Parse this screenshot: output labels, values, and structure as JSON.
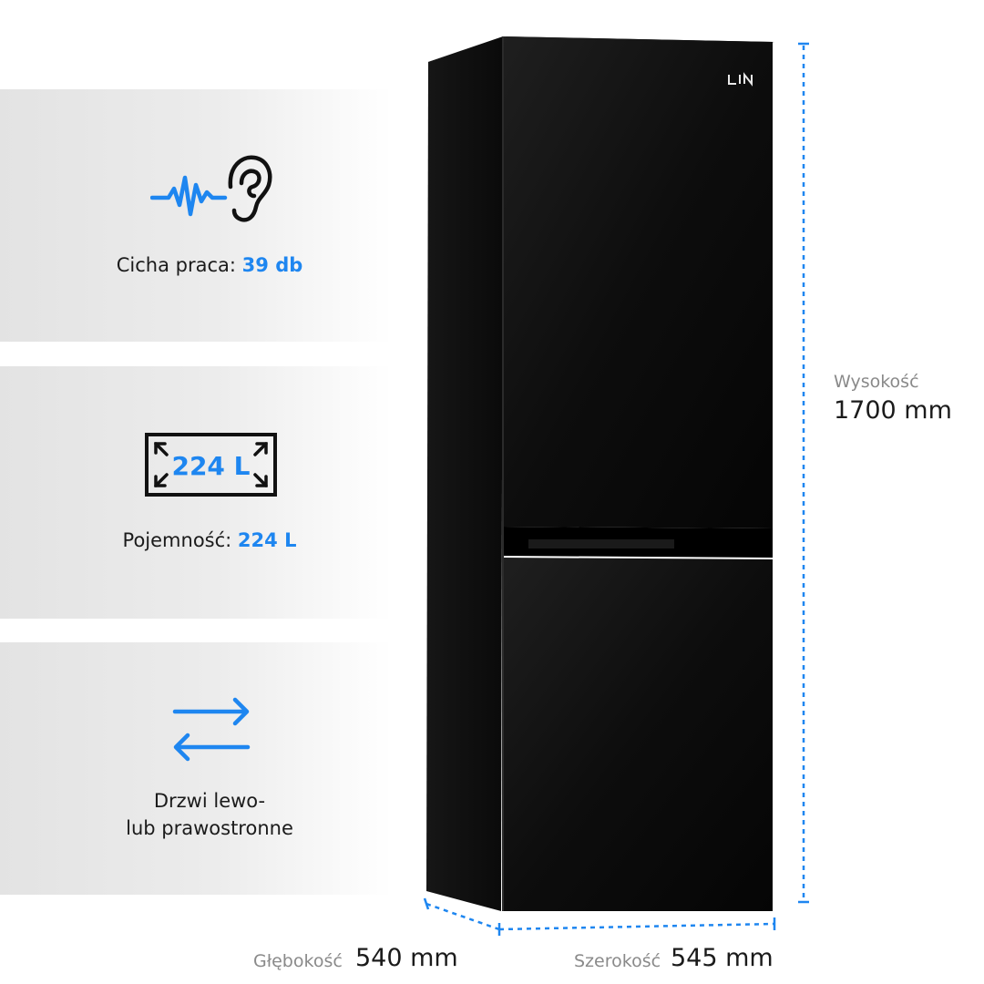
{
  "features": {
    "quiet": {
      "label": "Cicha praca:",
      "value": "39 db",
      "icon": "ear-sound-wave-icon"
    },
    "capacity": {
      "label": "Pojemność:",
      "value": "224 L",
      "badge": "224 L",
      "icon": "capacity-expand-box-icon"
    },
    "doors": {
      "line1": "Drzwi lewo-",
      "line2": "lub prawostronne",
      "icon": "reversible-door-arrows-icon"
    }
  },
  "dimensions": {
    "height": {
      "label": "Wysokość",
      "value": "1700 mm"
    },
    "depth": {
      "label": "Głębokość",
      "value": "540 mm"
    },
    "width": {
      "label": "Szerokość",
      "value": "545 mm"
    }
  },
  "product": {
    "brand": "LIN",
    "body_color": "#0b0b0b"
  },
  "colors": {
    "accent": "#1e86f0",
    "panel": "#e6e6e6"
  }
}
